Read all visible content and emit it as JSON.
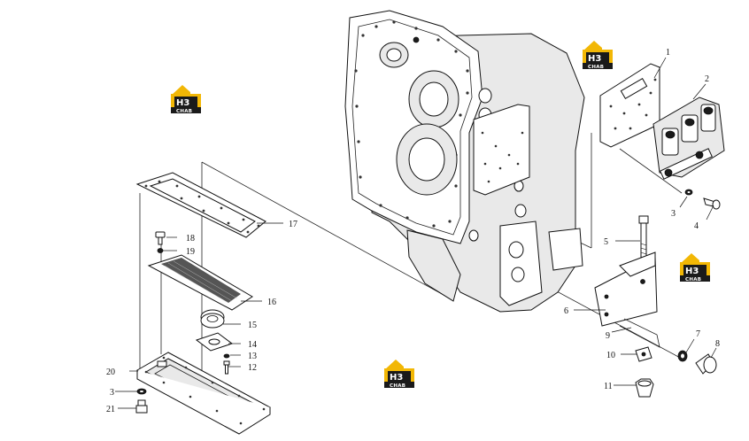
{
  "watermark": {
    "mark": "H3",
    "text": "CHAB",
    "colors": {
      "yellow": "#f2b705",
      "black": "#1a1a1a"
    }
  },
  "callouts": [
    "1",
    "2",
    "3",
    "4",
    "5",
    "6",
    "7",
    "8",
    "9",
    "10",
    "11",
    "12",
    "13",
    "14",
    "15",
    "16",
    "17",
    "18",
    "19",
    "20",
    "3",
    "21"
  ]
}
